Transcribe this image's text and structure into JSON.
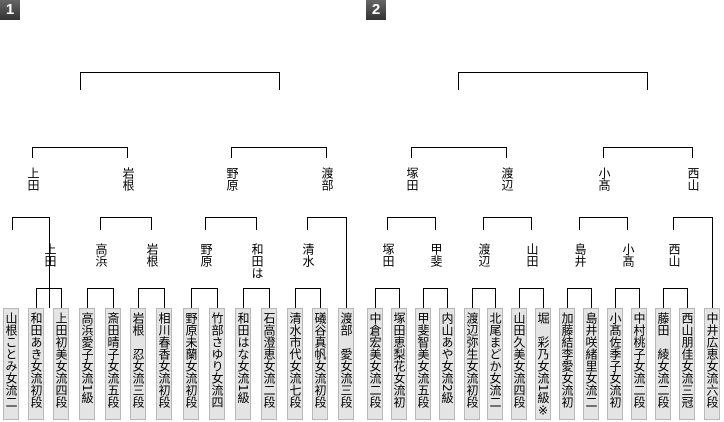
{
  "blocks": [
    {
      "badge": "1",
      "players": [
        "山根ことみ女流二段",
        "和田あき女流初段",
        "上田初美女流四段",
        "高浜愛子女流1級",
        "斎田晴子女流五段",
        "岩根　忍女流三段",
        "相川春香女流初段",
        "野原未蘭女流初段",
        "竹部さゆり女流四段",
        "和田はな女流1級",
        "石高澄恵女流二段",
        "清水市代女流七段",
        "礒谷真帆女流初段※",
        "渡部　愛女流三段※"
      ],
      "round2": [
        "上田",
        "高浜",
        "岩根",
        "野原",
        "和田は",
        "清水"
      ],
      "round3": [
        "上田",
        "岩根",
        "野原",
        "渡部"
      ]
    },
    {
      "badge": "2",
      "players": [
        "中倉宏美女流二段※",
        "塚田恵梨花女流初段",
        "甲斐智美女流五段",
        "内山あや女流2級",
        "渡辺弥生女流初段",
        "北尾まどか女流二段",
        "山田久美女流四段",
        "堀　彩乃女流1級※",
        "加藤結李愛女流初段",
        "島井咲緒里女流二段※",
        "小髙佐季子女流初段",
        "中村桃子女流二段",
        "藤田　綾女流二段",
        "西山朋佳女流三冠",
        "中井広恵女流六段※"
      ],
      "round2": [
        "塚田",
        "甲斐",
        "渡辺",
        "山田",
        "島井",
        "小髙",
        "西山"
      ],
      "round3": [
        "塚田",
        "渡辺",
        "小髙",
        "西山"
      ]
    }
  ]
}
